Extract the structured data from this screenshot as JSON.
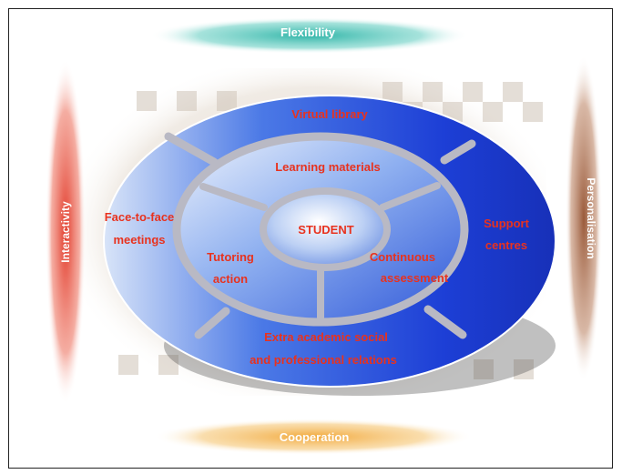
{
  "title": "",
  "bands": {
    "top": "Flexibility",
    "bottom": "Cooperation",
    "left": "Interactivity",
    "right": "Personalisation"
  },
  "center": "STUDENT",
  "inner_ring": {
    "top": "Learning materials",
    "left": [
      "Tutoring",
      "action"
    ],
    "right": [
      "Continuous",
      "assessment"
    ]
  },
  "outer_ring": {
    "top": "Virtual library",
    "left": [
      "Face-to-face",
      "meetings"
    ],
    "right": [
      "Support",
      "centres"
    ],
    "bottom": [
      "Extra academic social",
      "and professional relations"
    ]
  },
  "colors": {
    "flexibility": "#2fb5a8",
    "cooperation": "#f2a93b",
    "interactivity": "#e23a2a",
    "personalisation": "#9a5a3a",
    "ring_blue": "#1a3fd0",
    "label_red": "#e8321e"
  }
}
